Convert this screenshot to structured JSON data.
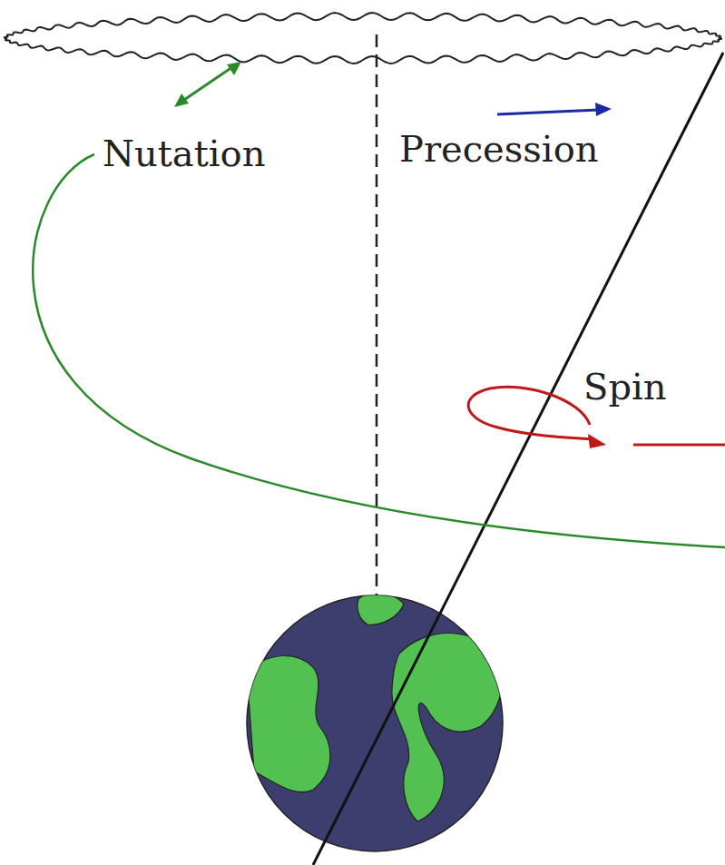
{
  "diagram": {
    "labels": [
      "Nutation",
      "Precession",
      "Spin"
    ]
  }
}
